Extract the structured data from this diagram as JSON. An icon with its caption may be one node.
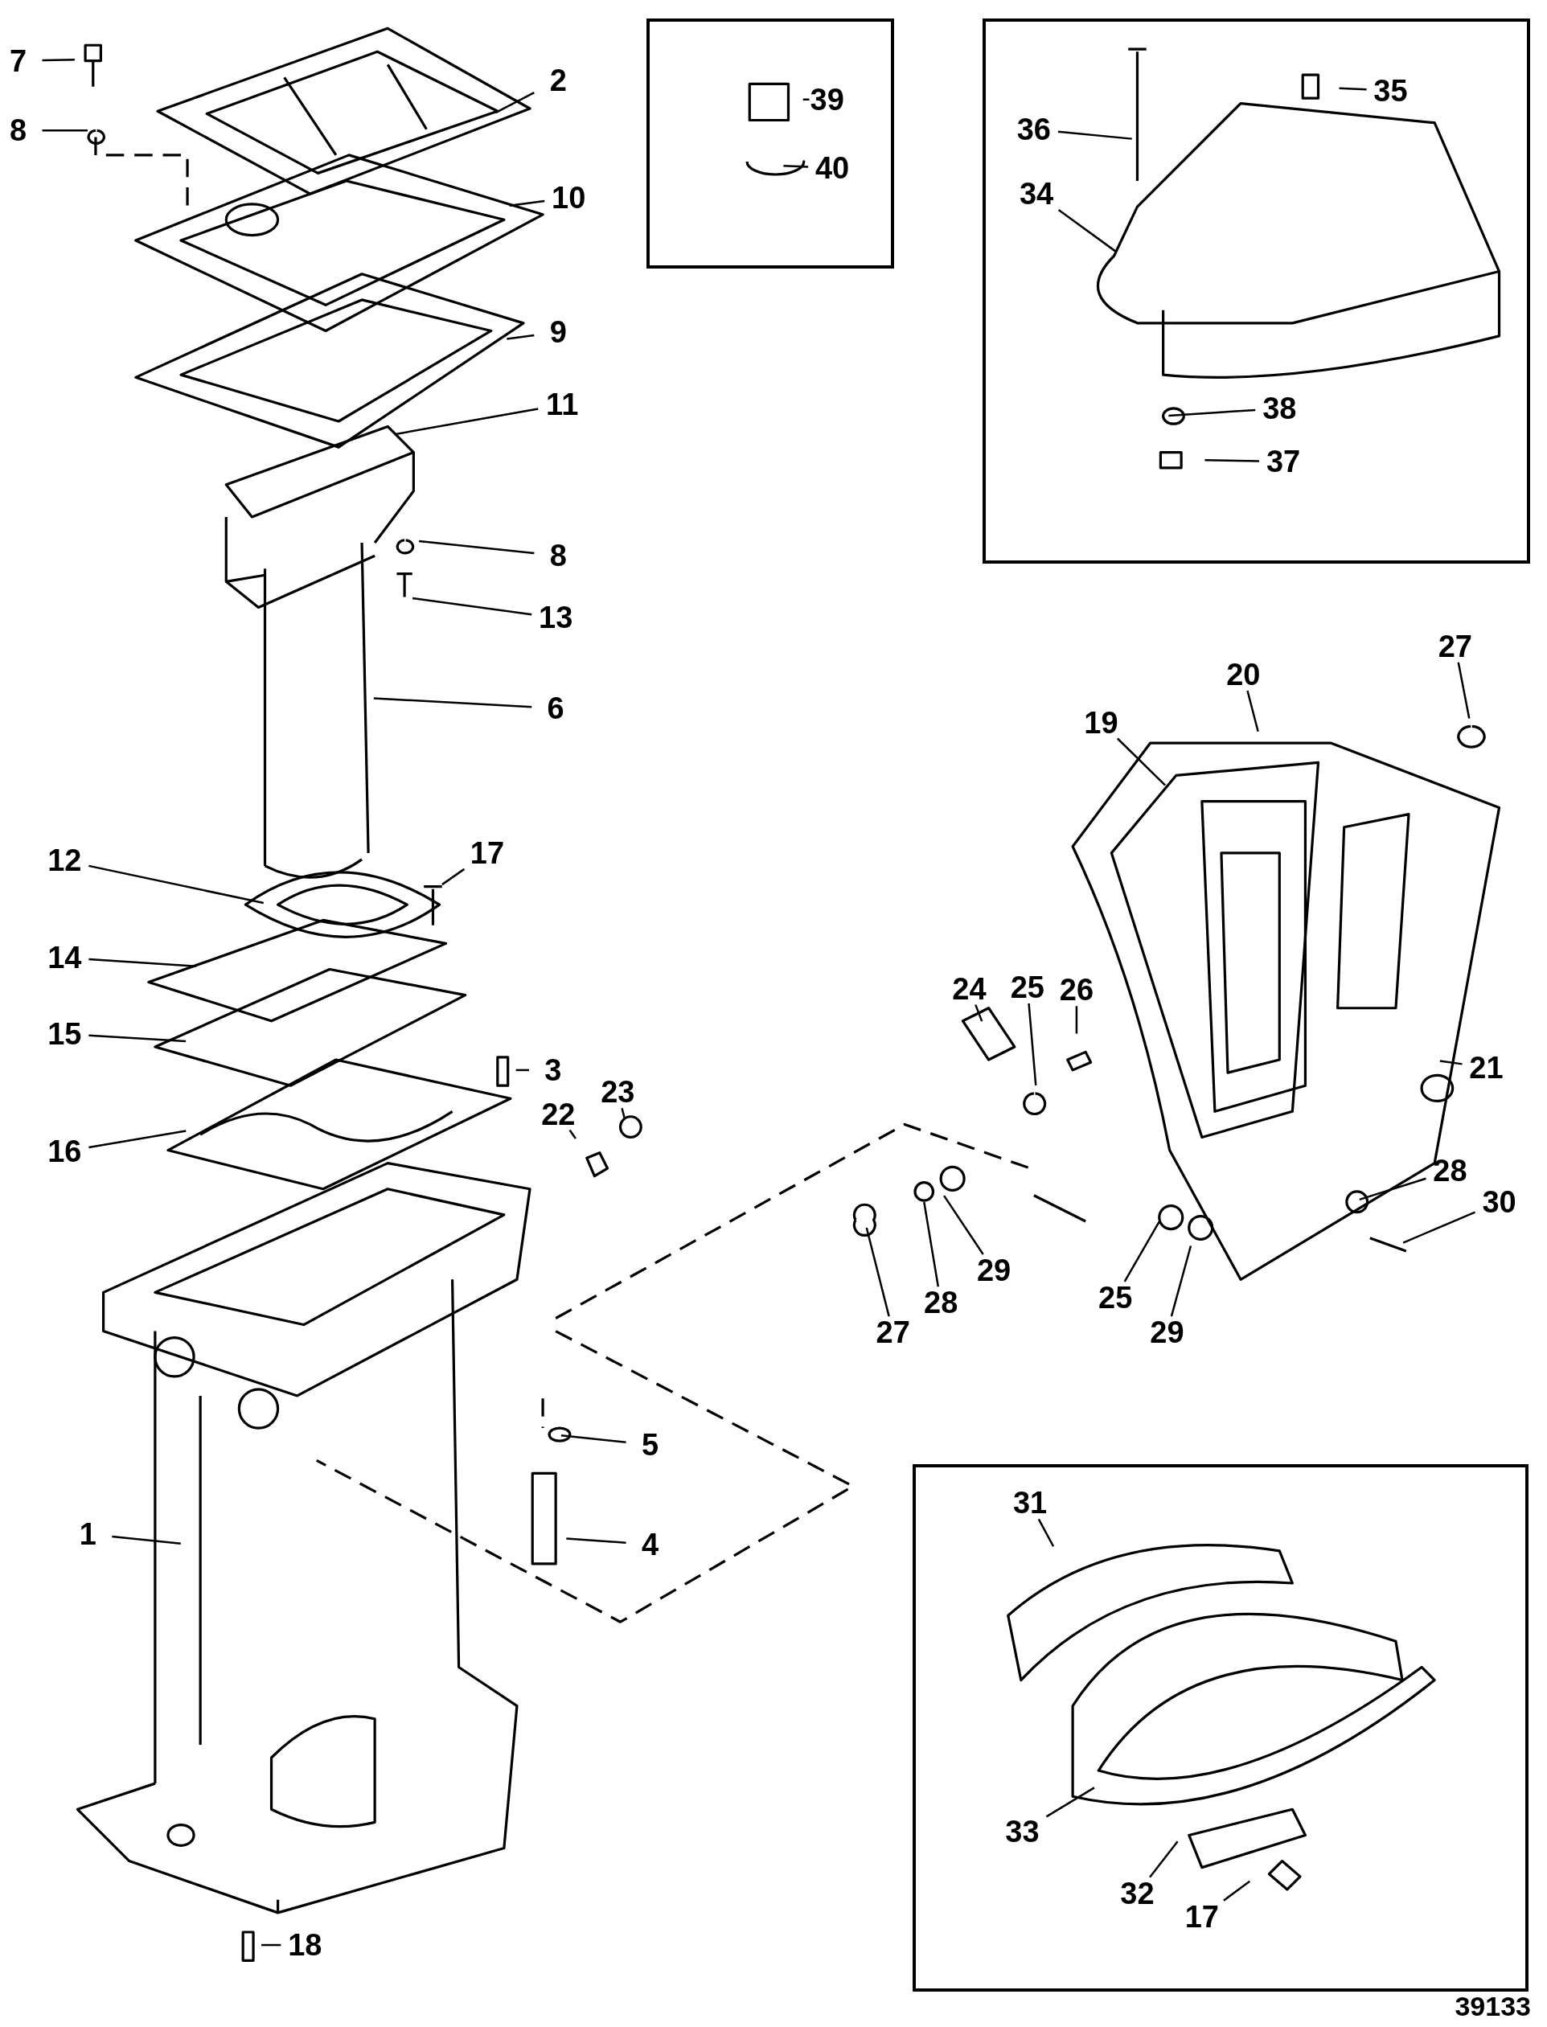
{
  "diagram": {
    "nodes": [
      {
        "text": [
          "7"
        ]
      },
      {
        "text": [
          "8"
        ]
      },
      {
        "text": [
          "2"
        ]
      },
      {
        "text": [
          "10"
        ]
      },
      {
        "text": [
          "9"
        ]
      },
      {
        "text": [
          "11"
        ]
      },
      {
        "text": [
          "8"
        ]
      },
      {
        "text": [
          "13"
        ]
      },
      {
        "text": [
          "6"
        ]
      },
      {
        "text": [],
        "shape": "box"
      },
      {
        "text": [
          "39"
        ],
        "in": 9
      },
      {
        "text": [
          "40"
        ],
        "in": 9
      },
      {
        "text": [],
        "shape": "box"
      },
      {
        "text": [
          "36"
        ],
        "in": 12
      },
      {
        "text": [
          "35"
        ],
        "in": 12
      },
      {
        "text": [
          "34"
        ],
        "in": 12
      },
      {
        "text": [
          "38"
        ],
        "in": 12
      },
      {
        "text": [
          "37"
        ],
        "in": 12
      },
      {
        "text": [
          "27"
        ]
      },
      {
        "text": [
          "20"
        ]
      },
      {
        "text": [
          "19"
        ]
      },
      {
        "text": [
          "12"
        ]
      },
      {
        "text": [
          "17"
        ]
      },
      {
        "text": [
          "14"
        ]
      },
      {
        "text": [
          "15"
        ]
      },
      {
        "text": [
          "3"
        ]
      },
      {
        "text": [
          "16"
        ]
      },
      {
        "text": [
          "22"
        ]
      },
      {
        "text": [
          "23"
        ]
      },
      {
        "text": [
          "24"
        ]
      },
      {
        "text": [
          "25"
        ]
      },
      {
        "text": [
          "26"
        ]
      },
      {
        "text": [
          "21"
        ]
      },
      {
        "text": [
          "27"
        ]
      },
      {
        "text": [
          "28"
        ]
      },
      {
        "text": [
          "29"
        ]
      },
      {
        "text": [
          "25"
        ]
      },
      {
        "text": [
          "29"
        ]
      },
      {
        "text": [
          "28"
        ]
      },
      {
        "text": [
          "30"
        ]
      },
      {
        "text": [
          "5"
        ]
      },
      {
        "text": [
          "4"
        ]
      },
      {
        "text": [
          "1"
        ]
      },
      {
        "text": [],
        "shape": "box"
      },
      {
        "text": [
          "31"
        ],
        "in": 43
      },
      {
        "text": [
          "33"
        ],
        "in": 43
      },
      {
        "text": [
          "32"
        ],
        "in": 43
      },
      {
        "text": [
          "17"
        ],
        "in": 43
      },
      {
        "text": [
          "18"
        ]
      }
    ],
    "edges": [
      {
        "from": 0,
        "to": null,
        "arrow": "none"
      },
      {
        "from": 1,
        "to": null,
        "arrow": "none"
      },
      {
        "from": 2,
        "to": null,
        "arrow": "none"
      },
      {
        "from": 3,
        "to": null,
        "arrow": "none"
      },
      {
        "from": 4,
        "to": null,
        "arrow": "none"
      },
      {
        "from": 5,
        "to": null,
        "arrow": "none"
      },
      {
        "from": 6,
        "to": null,
        "arrow": "none"
      },
      {
        "from": 7,
        "to": null,
        "arrow": "none"
      },
      {
        "from": 8,
        "to": null,
        "arrow": "none"
      },
      {
        "from": 10,
        "to": null,
        "arrow": "none"
      },
      {
        "from": 11,
        "to": null,
        "arrow": "none"
      },
      {
        "from": 13,
        "to": null,
        "arrow": "none"
      },
      {
        "from": 14,
        "to": null,
        "arrow": "none"
      },
      {
        "from": 15,
        "to": null,
        "arrow": "none"
      },
      {
        "from": 16,
        "to": null,
        "arrow": "none"
      },
      {
        "from": 17,
        "to": null,
        "arrow": "none"
      },
      {
        "from": 18,
        "to": null,
        "arrow": "none"
      },
      {
        "from": 19,
        "to": null,
        "arrow": "none"
      },
      {
        "from": 20,
        "to": null,
        "arrow": "none"
      },
      {
        "from": 21,
        "to": null,
        "arrow": "none"
      },
      {
        "from": 22,
        "to": null,
        "arrow": "none"
      },
      {
        "from": 23,
        "to": null,
        "arrow": "none"
      },
      {
        "from": 24,
        "to": null,
        "arrow": "none"
      },
      {
        "from": 25,
        "to": null,
        "arrow": "none"
      },
      {
        "from": 26,
        "to": null,
        "arrow": "none"
      },
      {
        "from": 27,
        "to": null,
        "arrow": "none"
      },
      {
        "from": 28,
        "to": null,
        "arrow": "none"
      },
      {
        "from": 29,
        "to": null,
        "arrow": "none"
      },
      {
        "from": 30,
        "to": null,
        "arrow": "none"
      },
      {
        "from": 31,
        "to": null,
        "arrow": "none"
      },
      {
        "from": 32,
        "to": null,
        "arrow": "none"
      },
      {
        "from": 33,
        "to": null,
        "arrow": "none"
      },
      {
        "from": 34,
        "to": null,
        "arrow": "none"
      },
      {
        "from": 35,
        "to": null,
        "arrow": "none"
      },
      {
        "from": 36,
        "to": null,
        "arrow": "none"
      },
      {
        "from": 37,
        "to": null,
        "arrow": "none"
      },
      {
        "from": 38,
        "to": null,
        "arrow": "none"
      },
      {
        "from": 39,
        "to": null,
        "arrow": "none"
      },
      {
        "from": 40,
        "to": null,
        "arrow": "none"
      },
      {
        "from": 41,
        "to": null,
        "arrow": "none"
      },
      {
        "from": 42,
        "to": null,
        "arrow": "none"
      },
      {
        "from": 44,
        "to": null,
        "arrow": "none"
      },
      {
        "from": 45,
        "to": null,
        "arrow": "none"
      },
      {
        "from": 46,
        "to": null,
        "arrow": "none"
      },
      {
        "from": 47,
        "to": null,
        "arrow": "none"
      },
      {
        "from": 48,
        "to": null,
        "arrow": "none"
      }
    ],
    "labels": [
      "39133"
    ]
  }
}
